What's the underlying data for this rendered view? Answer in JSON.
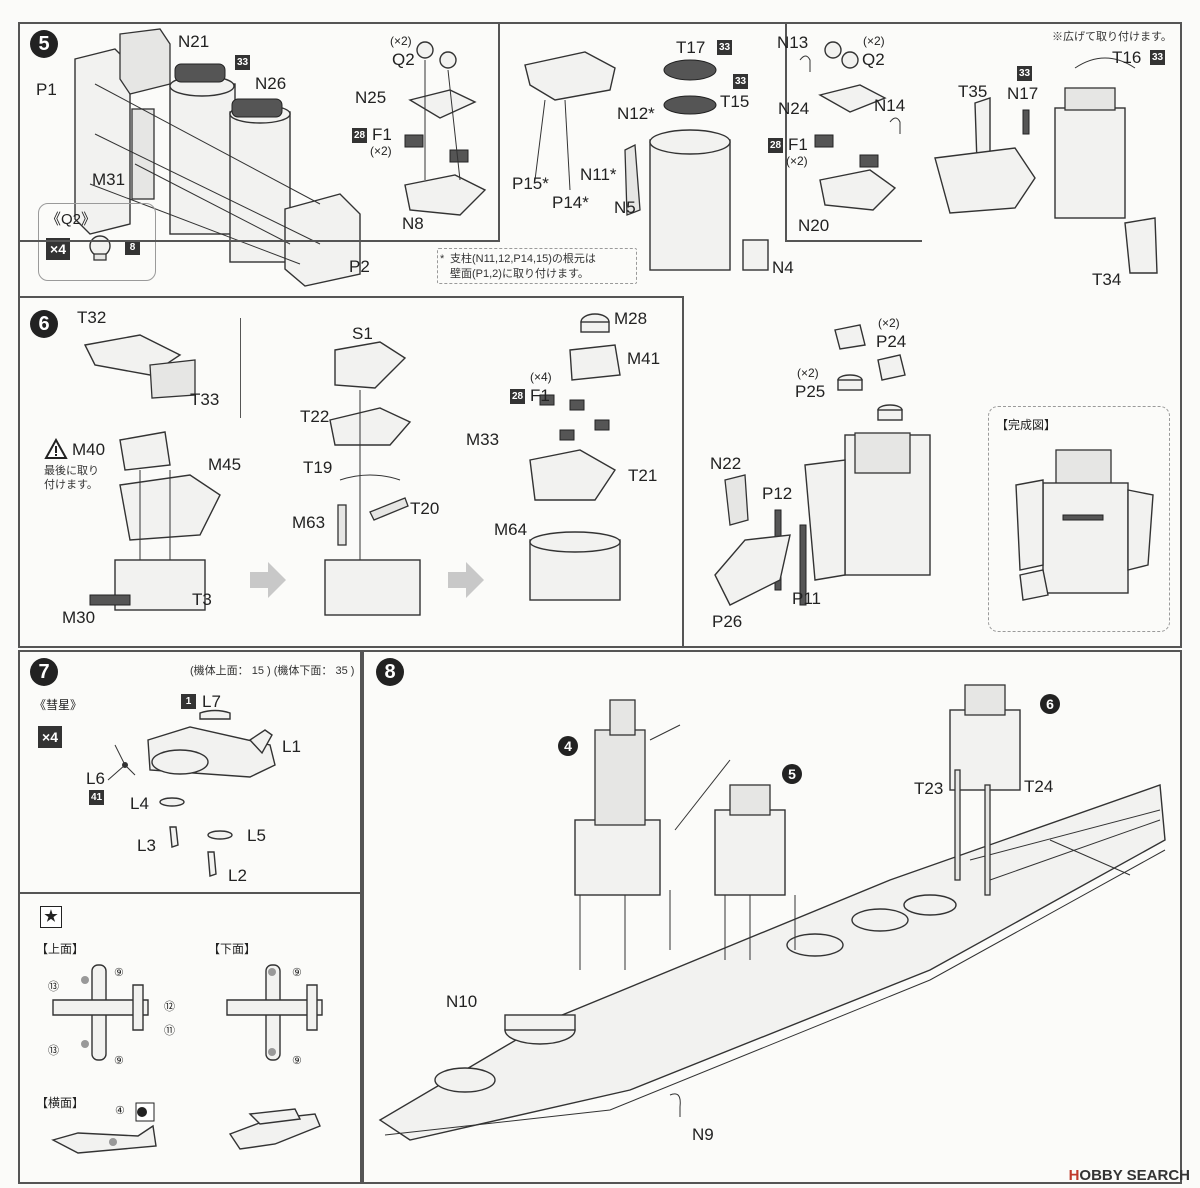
{
  "step5": {
    "number": "5",
    "labels": {
      "p1": "P1",
      "n21": "N21",
      "n26": "N26",
      "m31": "M31",
      "p2": "P2",
      "q2_top": "Q2",
      "q2_top_mult": "(×2)",
      "n25": "N25",
      "f1": "F1",
      "f1_mult": "(×2)",
      "n8": "N8",
      "n12": "N12*",
      "p15": "P15*",
      "p14": "P14*",
      "n11": "N11*",
      "t17": "T17",
      "t15": "T15",
      "n5": "N5",
      "n4": "N4",
      "n13": "N13",
      "q2_right": "Q2",
      "q2_right_mult": "(×2)",
      "n24": "N24",
      "n14": "N14",
      "f1_right": "F1",
      "f1_right_mult": "(×2)",
      "n20": "N20",
      "t16": "T16",
      "n17": "N17",
      "t35": "T35",
      "t34": "T34",
      "spread_note": "※広げて取り付けます。"
    },
    "q2_box": {
      "title": "《Q2》",
      "mult": "×4",
      "color_no": "8"
    },
    "strut_note_line1": "支柱(N11,12,P14,15)の根元は",
    "strut_note_line2": "壁面(P1,2)に取り付けます。",
    "color_codes": {
      "n26": "33",
      "t17": "33",
      "t15": "33",
      "f1": "28",
      "f1_right": "28",
      "t16": "33",
      "n17": "33"
    }
  },
  "step6": {
    "number": "6",
    "labels": {
      "t32": "T32",
      "t33": "T33",
      "m40": "M40",
      "m45": "M45",
      "t3": "T3",
      "m30": "M30",
      "s1": "S1",
      "t22": "T22",
      "t19": "T19",
      "m63": "M63",
      "t20": "T20",
      "m28": "M28",
      "m41": "M41",
      "f1": "F1",
      "f1_mult": "(×4)",
      "m33": "M33",
      "t21": "T21",
      "m64": "M64",
      "p24": "P24",
      "p24_mult": "(×2)",
      "p25": "P25",
      "p25_mult": "(×2)",
      "n22": "N22",
      "p12": "P12",
      "p11": "P11",
      "p26": "P26"
    },
    "warning_line1": "最後に取り",
    "warning_line2": "付けます。",
    "completed_title": "【完成図】",
    "color_codes": {
      "f1": "28"
    }
  },
  "step7": {
    "number": "7",
    "color_header": "(機体上面： 15 ) (機体下面： 35 )",
    "aircraft_name": "《彗星》",
    "mult": "×4",
    "labels": {
      "l7": "L7",
      "l1": "L1",
      "l6": "L6",
      "l4": "L4",
      "l5": "L5",
      "l3": "L3",
      "l2": "L2"
    },
    "color_codes": {
      "l7": "1",
      "l6": "41"
    },
    "decal_section": {
      "top_view": "【上面】",
      "bottom_view": "【下面】",
      "side_view": "【横面】",
      "top_markers": [
        "⑬",
        "⑨",
        "⑫",
        "⑪",
        "⑬",
        "⑨"
      ],
      "bottom_markers": [
        "⑨",
        "⑨"
      ],
      "side_marker": "④"
    }
  },
  "step8": {
    "number": "8",
    "labels": {
      "ref4": "4",
      "ref5": "5",
      "ref6": "6",
      "t23": "T23",
      "t24": "T24",
      "n10": "N10",
      "n9": "N9"
    }
  },
  "watermark": {
    "brand_h": "H",
    "brand_rest": "OBBY SEARCH"
  }
}
